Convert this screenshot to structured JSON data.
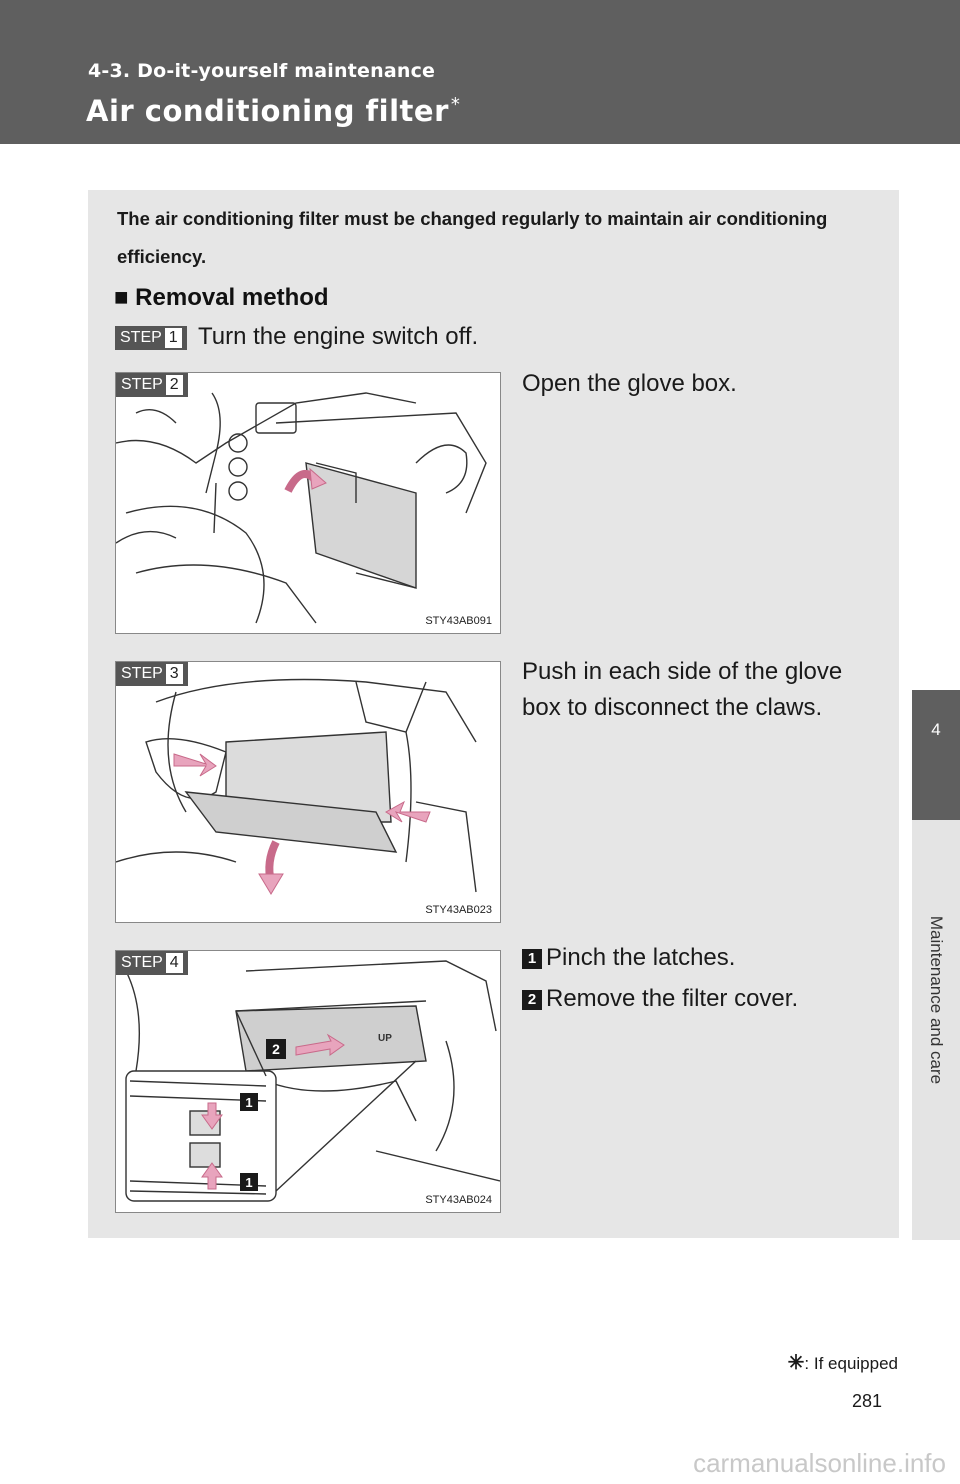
{
  "header": {
    "section": "4-3. Do-it-yourself maintenance",
    "title": "Air conditioning filter",
    "title_mark": "*"
  },
  "side_tab": {
    "number": "4",
    "label": "Maintenance and care"
  },
  "intro": "The air conditioning filter must be changed regularly to maintain air conditioning efficiency.",
  "subheading": "Removal method",
  "subheading_bullet": "■",
  "step_word": "STEP",
  "steps": [
    {
      "num": "1",
      "text": "Turn the engine switch off."
    },
    {
      "num": "2",
      "text": "Open the glove box.",
      "figure_code": "STY43AB091"
    },
    {
      "num": "3",
      "text": "Push in each side of the glove box to disconnect the claws.",
      "figure_code": "STY43AB023"
    },
    {
      "num": "4",
      "figure_code": "STY43AB024",
      "substeps": [
        {
          "num": "1",
          "text": "Pinch the latches."
        },
        {
          "num": "2",
          "text": "Remove the filter cover."
        }
      ],
      "figure_labels": {
        "up": "UP",
        "one": "1",
        "two": "2"
      }
    }
  ],
  "footnote": {
    "mark": "✳",
    "text": ": If equipped"
  },
  "page_number": "281",
  "watermark": "carmanualsonline.info"
}
